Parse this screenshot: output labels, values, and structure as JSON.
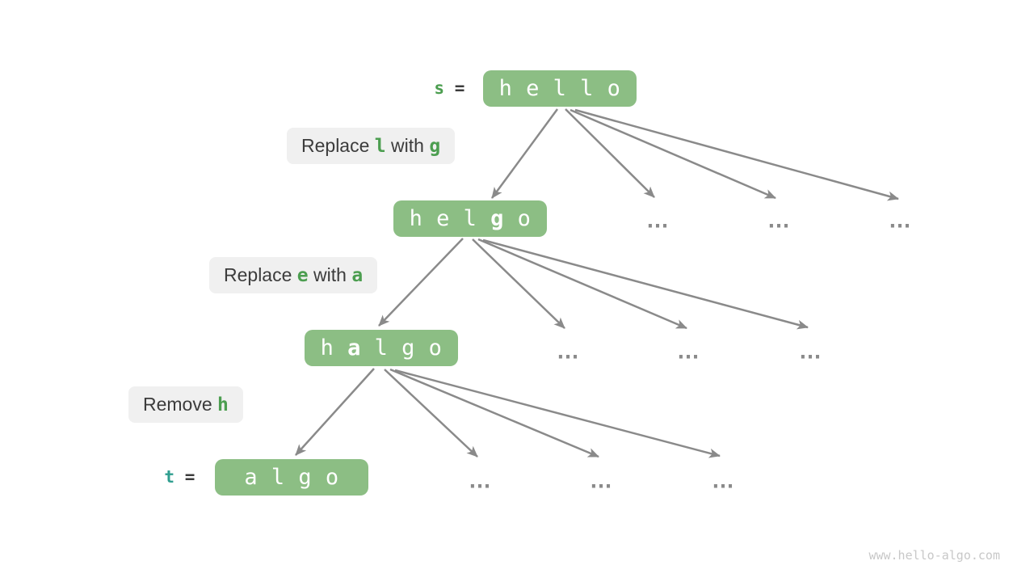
{
  "page": {
    "background": "#ffffff",
    "watermark": "www.hello-algo.com"
  },
  "palette": {
    "node_fill": "#8cbe84",
    "node_text": "#ffffff",
    "arrow_gray": "#8a8a8a",
    "label_bg": "#f0f0f0",
    "label_text": "#3c3c3c",
    "code_green": "#4c9e50",
    "code_teal": "#2f9e8f"
  },
  "diagram": {
    "description": "Edit distance decision tree transforming string s=hello into t=algo",
    "source_var": {
      "parts": [
        {
          "text": "s",
          "style": "green"
        },
        {
          "text": " = ",
          "style": "dark"
        }
      ]
    },
    "target_var": {
      "parts": [
        {
          "text": "t",
          "style": "teal"
        },
        {
          "text": " = ",
          "style": "dark"
        }
      ]
    },
    "nodes": [
      {
        "label": "hello",
        "chars": [
          "h",
          "e",
          "l",
          "l",
          "o"
        ],
        "bold_index": -1
      },
      {
        "label": "helgo",
        "chars": [
          "h",
          "e",
          "l",
          "g",
          "o"
        ],
        "bold_index": 3
      },
      {
        "label": "halgo",
        "chars": [
          "h",
          "a",
          "l",
          "g",
          "o"
        ],
        "bold_index": 1
      },
      {
        "label": "algo",
        "chars": [
          "a",
          "l",
          "g",
          "o"
        ],
        "bold_index": -1
      }
    ],
    "operations": [
      {
        "name": "replace-l-with-g",
        "parts": [
          {
            "text": "Replace ",
            "style": "plain"
          },
          {
            "text": "l",
            "style": "code"
          },
          {
            "text": " with ",
            "style": "plain"
          },
          {
            "text": "g",
            "style": "code"
          }
        ]
      },
      {
        "name": "replace-e-with-a",
        "parts": [
          {
            "text": "Replace ",
            "style": "plain"
          },
          {
            "text": "e",
            "style": "code"
          },
          {
            "text": " with ",
            "style": "plain"
          },
          {
            "text": "a",
            "style": "code"
          }
        ]
      },
      {
        "name": "remove-h",
        "parts": [
          {
            "text": "Remove ",
            "style": "plain"
          },
          {
            "text": "h",
            "style": "code"
          }
        ]
      }
    ],
    "ellipsis_text": "..."
  }
}
